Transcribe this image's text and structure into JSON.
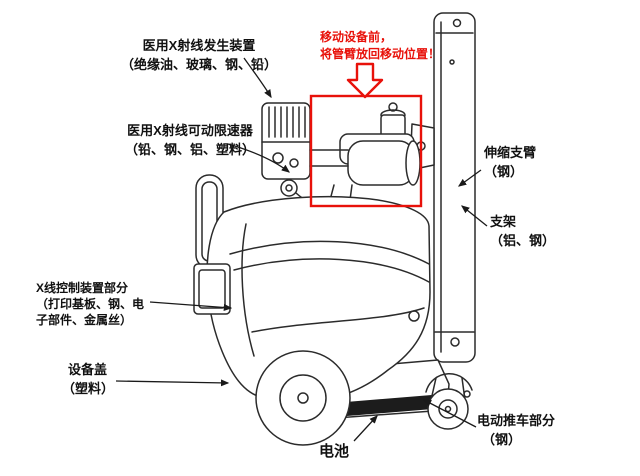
{
  "colors": {
    "warning_red": "#e8110a",
    "ink": "#2b2b2b"
  },
  "labels": {
    "generator": {
      "lines": [
        "医用X射线发生装置",
        "（绝缘油、玻璃、钢、铅）"
      ]
    },
    "warning": {
      "lines": [
        "移动设备前，",
        "将管臂放回移动位置！"
      ]
    },
    "limiter": {
      "lines": [
        "医用X射线可动限速器",
        "（铅、钢、铝、塑料）"
      ]
    },
    "telescopic_arm": {
      "lines": [
        "伸缩支臂",
        "（钢）"
      ]
    },
    "bracket": {
      "lines": [
        "支架",
        "（铝、钢）"
      ]
    },
    "control_unit": {
      "lines": [
        "X线控制装置部分",
        "（打印基板、钢、电",
        "子部件、金属丝）"
      ]
    },
    "device_cover": {
      "lines": [
        "设备盖",
        "（塑料）"
      ]
    },
    "battery": {
      "lines": [
        "电池"
      ]
    },
    "cart": {
      "lines": [
        "电动推车部分",
        "（钢）"
      ]
    }
  }
}
